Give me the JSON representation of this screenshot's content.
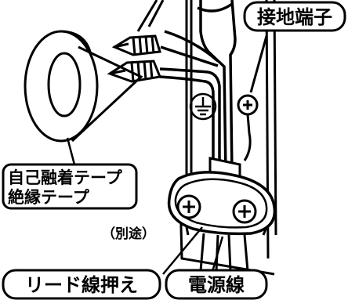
{
  "labels": {
    "ground_terminal": "接地端子",
    "tape_line1": "自己融着テープ",
    "tape_line2": "絶縁テープ",
    "separate": "（別途）",
    "lead_clamp": "リード線押え",
    "power_cable": "電源線"
  },
  "colors": {
    "ink": "#000000",
    "background": "#ffffff"
  },
  "icons": {
    "ground_symbol": "earth-ground-icon",
    "screw": "phillips-screw-icon"
  }
}
